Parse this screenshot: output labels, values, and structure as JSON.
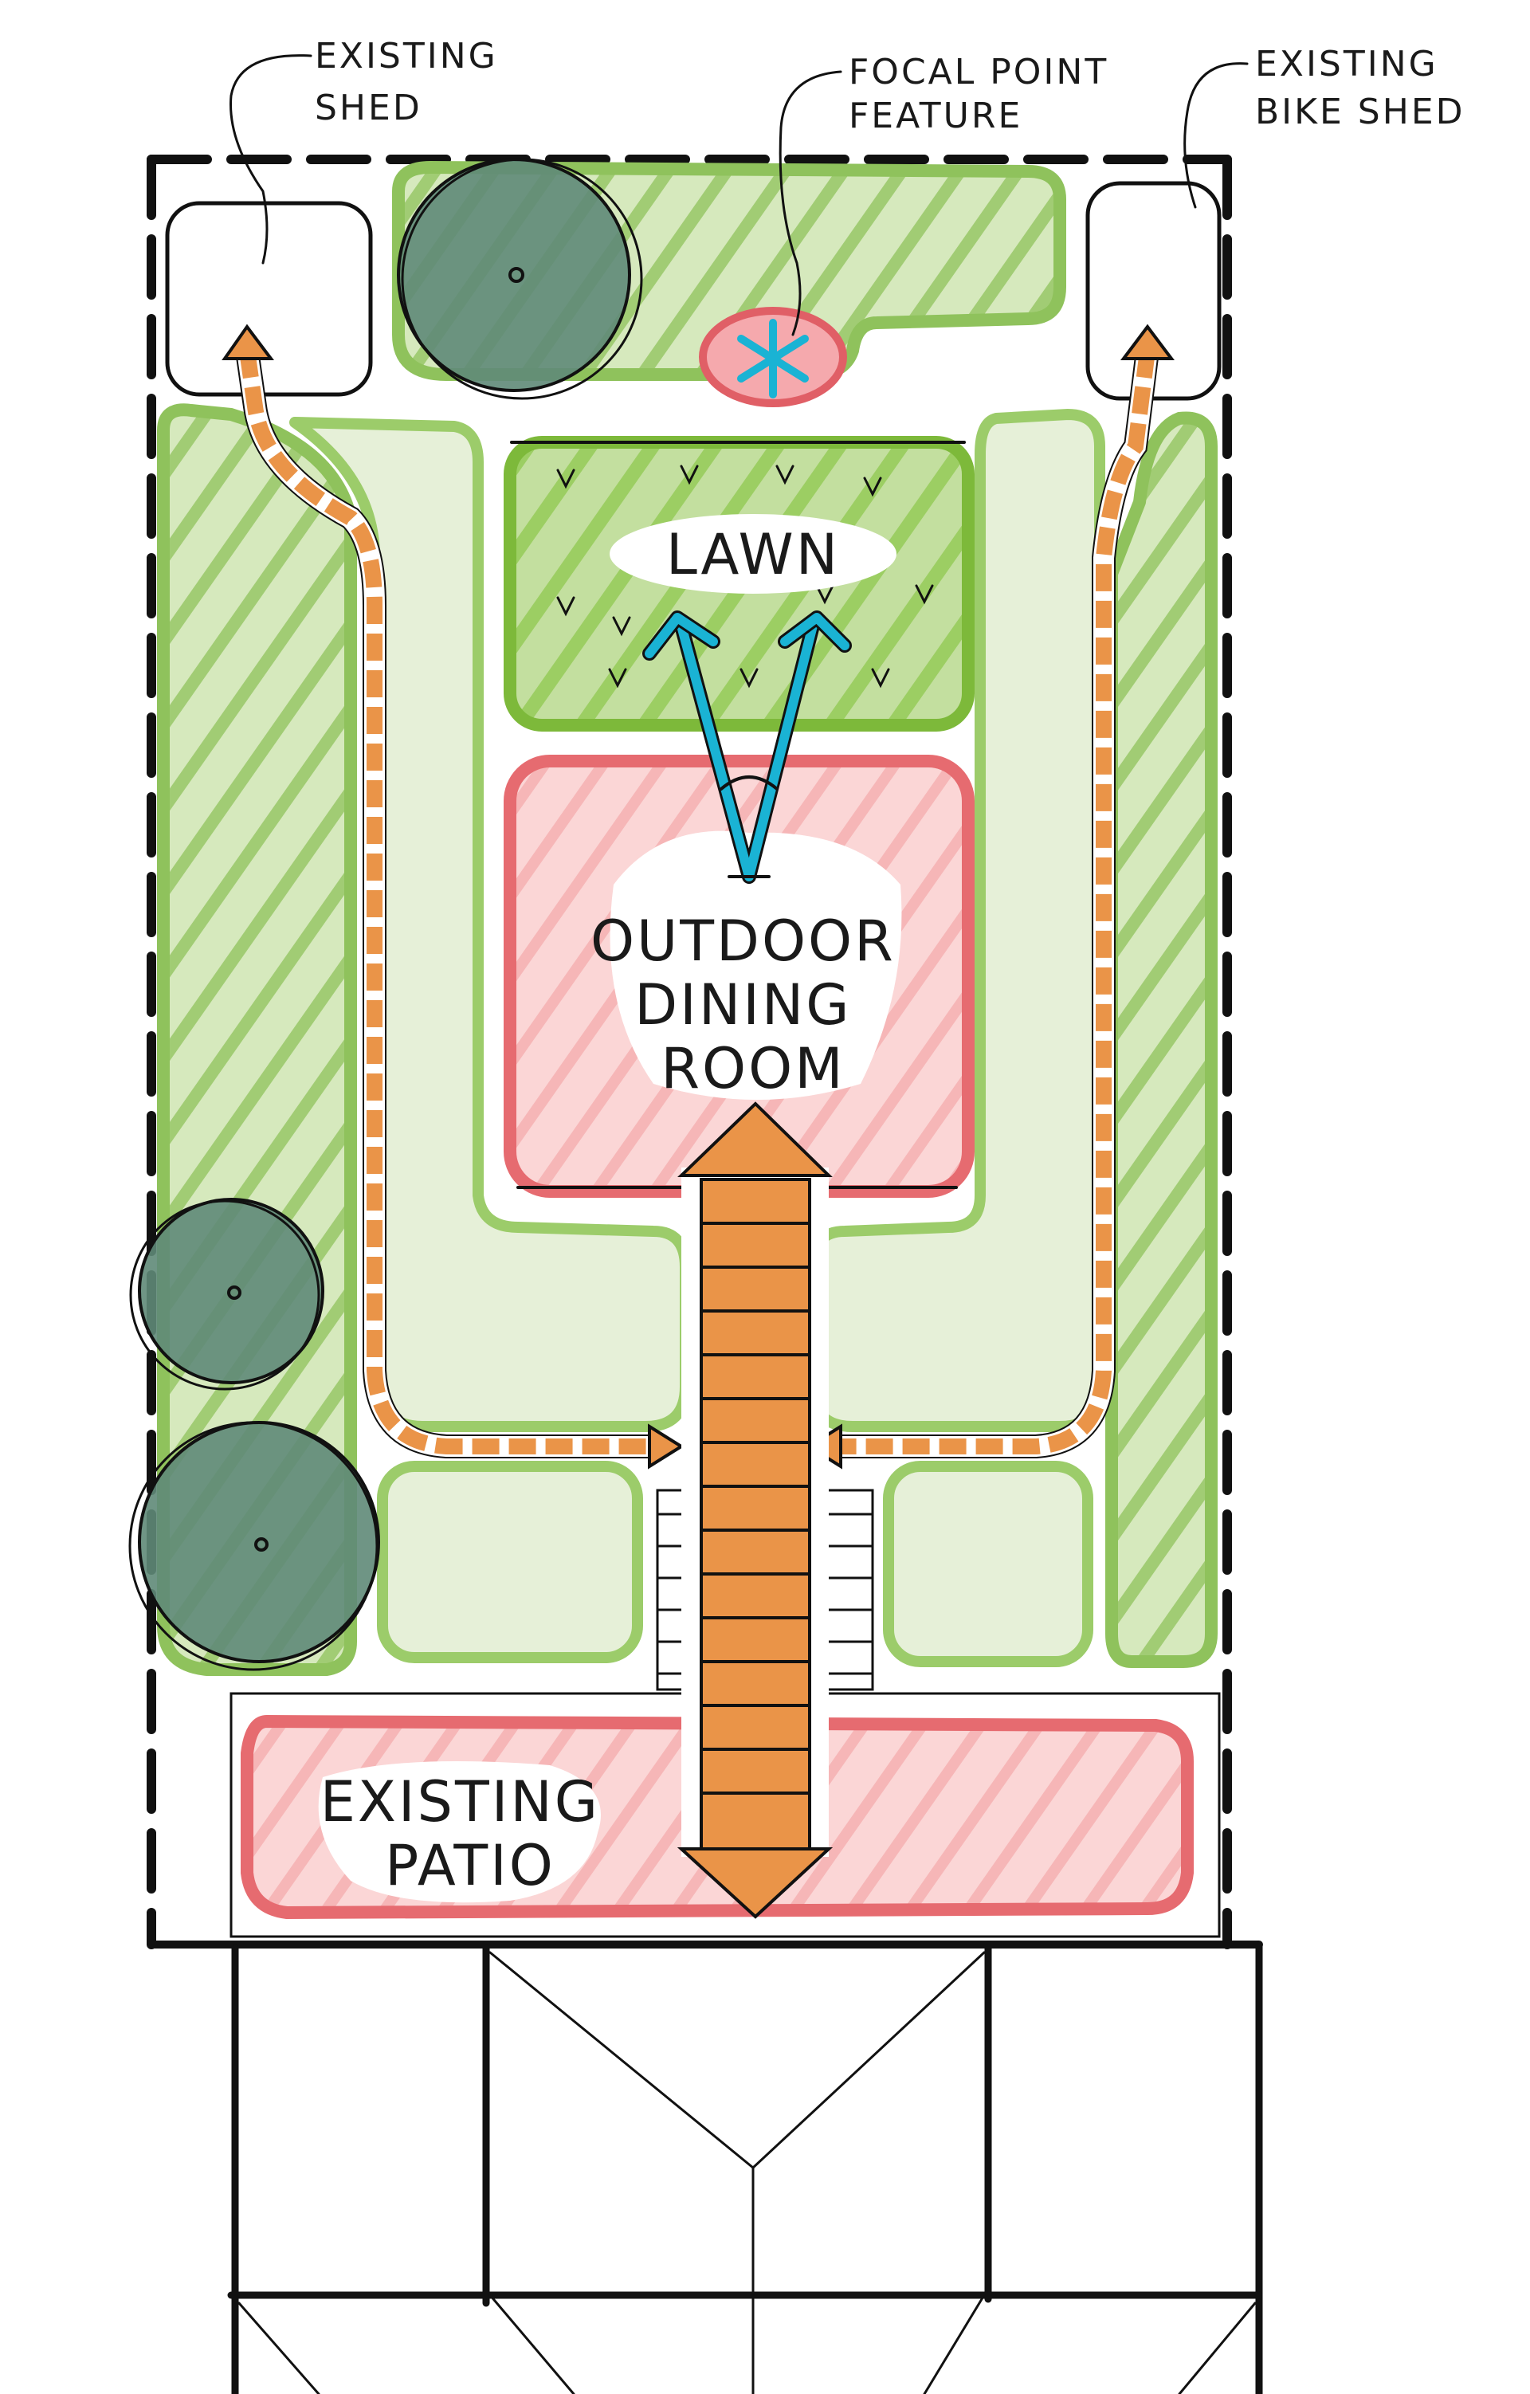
{
  "labels": {
    "existing_shed": [
      "EXISTING",
      "SHED"
    ],
    "focal_point": [
      "FOCAL POINT",
      "FEATURE"
    ],
    "existing_bike_shed": [
      "EXISTING",
      "BIKE SHED"
    ],
    "lawn": "LAWN",
    "outdoor_dining": [
      "OUTDOOR",
      "DINING",
      "ROOM"
    ],
    "existing_patio": [
      "EXISTING",
      "PATIO"
    ]
  },
  "colors": {
    "planting": "#c9dfaa",
    "planting_light": "#e6f0d8",
    "lawn": "#b7d98e",
    "paving_pink": "#f9c6c6",
    "pink_edge": "#e66b70",
    "path_orange": "#ea9448",
    "view_blue": "#1ab3d4",
    "tree": "#5f8a78"
  }
}
